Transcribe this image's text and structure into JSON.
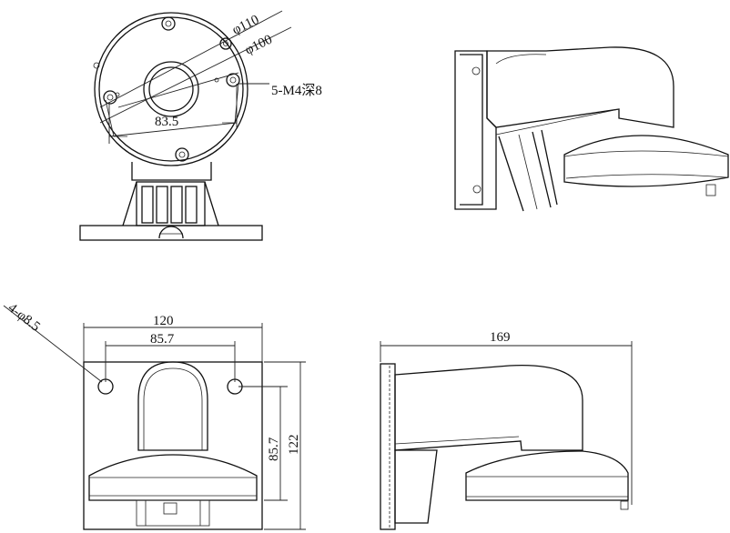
{
  "top_view": {
    "dia_outer": "φ110",
    "dia_inner": "φ100",
    "screw_note": "5-M4深8",
    "hole_spacing": "83.5"
  },
  "front_view": {
    "width": "120",
    "hole_span_h": "85.7",
    "hole_span_v": "85.7",
    "height": "122",
    "holes": "4-φ8.5"
  },
  "side_view": {
    "depth": "169"
  }
}
